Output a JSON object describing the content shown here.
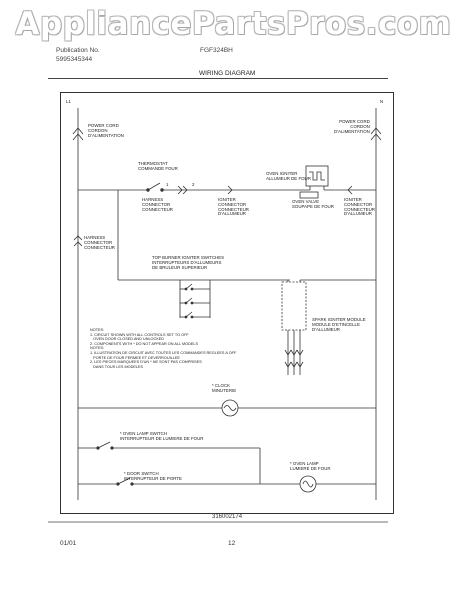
{
  "watermark": "AppliancePartsPros.com",
  "header": {
    "publication_label": "Publication No.",
    "publication_number": "5995345344",
    "model": "FGF324BH",
    "title": "WIRING DIAGRAM"
  },
  "diagram": {
    "l1": "L1",
    "n": "N",
    "power_cord_left": "POWER CORD\nCORDON\nD'ALIMENTATION",
    "power_cord_right": "POWER CORD\nCORDON\nD'ALIMENTATION",
    "thermostat": "THERMOSTAT\nCOMMANDE FOUR",
    "oven_igniter": "OVEN IGNITER\nALLUMEUR DE FOUR",
    "harness_connector_1": "HARNESS\nCONNECTOR\nCONNECTEUR",
    "igniter_connector": "IGNITER\nCONNECTOR\nCONNECTEUR\nD'ALLUMEUR",
    "oven_valve": "OVEN VALVE\nSOUPAPE DE FOUR",
    "igniter_connector_right": "IGNITER\nCONNECTOR\nCONNECTEUR\nD'ALLUMEUR",
    "harness_connector_2": "HARNESS\nCONNECTOR\nCONNECTEUR",
    "top_burner_switches": "TOP BURNER IGNITER SWITCHES\nINTERRUPTEURS D'ALLUMEURS\nDE BRULEUR SUPERIEUR",
    "spark_igniter_module": "SPARK IGNITER MODULE\nMODULE D'ETINCELLE\nD'ALLUMEUR",
    "notes": "NOTES:\n1. CIRCUIT SHOWN WITH ALL CONTROLS SET TO OFF\n   OVEN DOOR CLOSED AND UNLOCKED\n2. COMPONENTS WITH * DO NOT APPEAR ON ALL MODELS\nNOTES:\n1. ILLUSTRATION DE CIRCUIT AVEC TOUTES LES COMMANDES REGLEES A OFF\n   PORTE DE FOUR FERMEE ET DEVERROUILLEE\n2. LES PIECES MARQUEES D'UN * NE SONT PAS COMPRISES\n   DANS TOUS LES MODELES",
    "clock": "* CLOCK\nMINUTERIE",
    "oven_lamp_switch": "* OVEN LAMP SWITCH\nINTERRUPTEUR DE LUMIERE DE FOUR",
    "door_switch": "* DOOR SWITCH\nINTERRUPTEUR DE PORTE",
    "oven_lamp": "* OVEN LAMP\nLUMIERE DE FOUR",
    "terminal_1": "1",
    "terminal_2": "2",
    "part_number": "316002174"
  },
  "footer": {
    "date": "01/01",
    "page": "12"
  }
}
